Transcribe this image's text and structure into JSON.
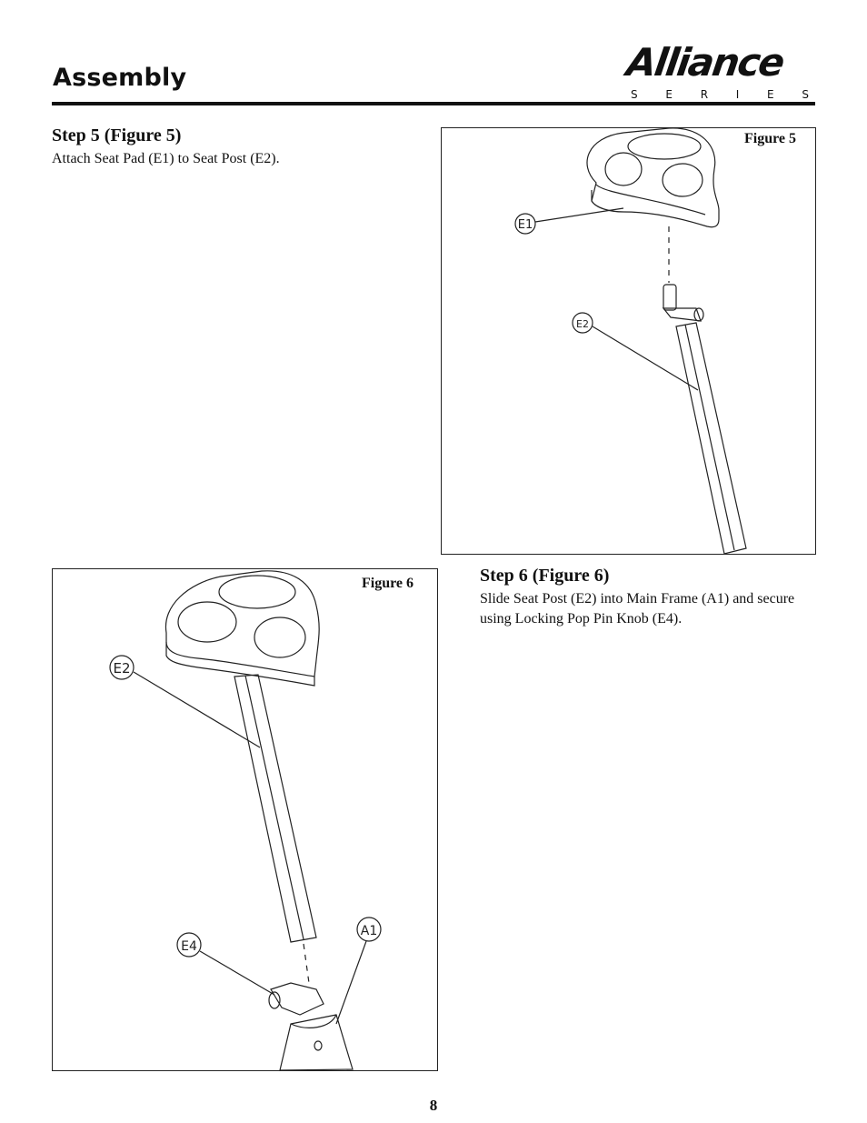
{
  "header": {
    "title": "Assembly",
    "logo_word": "Alliance",
    "logo_series": [
      "S",
      "E",
      "R",
      "I",
      "E",
      "S"
    ]
  },
  "step5": {
    "title": "Step 5 (Figure 5)",
    "text": "Attach Seat Pad (E1) to Seat Post (E2)."
  },
  "step6": {
    "title": "Step 6 (Figure 6)",
    "text": "Slide Seat Post (E2) into Main Frame (A1) and secure using Locking Pop Pin Knob (E4)."
  },
  "figure5": {
    "label": "Figure 5",
    "callouts": {
      "e1": "E1",
      "e2": "E2"
    }
  },
  "figure6": {
    "label": "Figure 6",
    "callouts": {
      "e2": "E2",
      "e4": "E4",
      "a1": "A1"
    }
  },
  "footer": {
    "page_number": "8"
  }
}
